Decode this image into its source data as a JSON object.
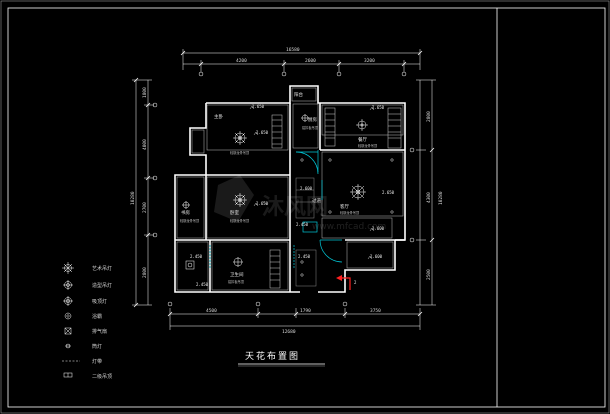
{
  "drawing": {
    "title": "天花布置图",
    "watermark": "沐风网",
    "watermark_sub": "www.mfcad.com",
    "door_marker": "2",
    "colors": {
      "background": "#000000",
      "frame": "#ffffff",
      "wall": "#ffffff",
      "dim": "#ffffff",
      "cyan": "#00c8d8",
      "red": "#ff2020",
      "gray": "#8a8a8a"
    }
  },
  "dimensions": {
    "top_total": "16580",
    "top_segments": [
      "4200",
      "2600",
      "3200"
    ],
    "bottom_total": "12680",
    "bottom_segments": [
      "4500",
      "1790",
      "3750"
    ],
    "left_total": "10280",
    "left_segments": [
      "1800",
      "4000",
      "2700",
      "2800"
    ],
    "right_total": "10280",
    "right_segments": [
      "2800",
      "4300",
      "2500"
    ]
  },
  "rooms": [
    {
      "name": "主卧",
      "note": "轻钢龙骨吊顶"
    },
    {
      "name": "卧室",
      "note": "轻钢龙骨吊顶"
    },
    {
      "name": "客厅",
      "note": "轻钢龙骨吊顶"
    },
    {
      "name": "餐厅",
      "note": "轻钢龙骨吊顶"
    },
    {
      "name": "厨房",
      "note": "铝扣板吊顶"
    },
    {
      "name": "卫生间",
      "note": "铝扣板吊顶"
    },
    {
      "name": "书房",
      "note": "轻钢龙骨吊顶"
    },
    {
      "name": "过道",
      "note": ""
    },
    {
      "name": "阳台",
      "note": ""
    }
  ],
  "elevations": [
    "2.650",
    "2.650",
    "2.650",
    "2.600",
    "2.450",
    "2.450",
    "2.650",
    "2.600",
    "2.650",
    "2.450",
    "2.450",
    "2.600"
  ],
  "legend": [
    {
      "icon": "chandelier-icon",
      "label": "艺术吊灯"
    },
    {
      "icon": "recessed-light-icon",
      "label": "造型吊灯"
    },
    {
      "icon": "ceiling-light-icon",
      "label": "吸顶灯"
    },
    {
      "icon": "bath-heater-icon",
      "label": "浴霸"
    },
    {
      "icon": "exhaust-fan-icon",
      "label": "排气扇"
    },
    {
      "icon": "downlight-icon",
      "label": "筒灯"
    },
    {
      "icon": "light-strip-icon",
      "label": "灯带"
    },
    {
      "icon": "grille-light-icon",
      "label": "二级吊顶"
    }
  ]
}
